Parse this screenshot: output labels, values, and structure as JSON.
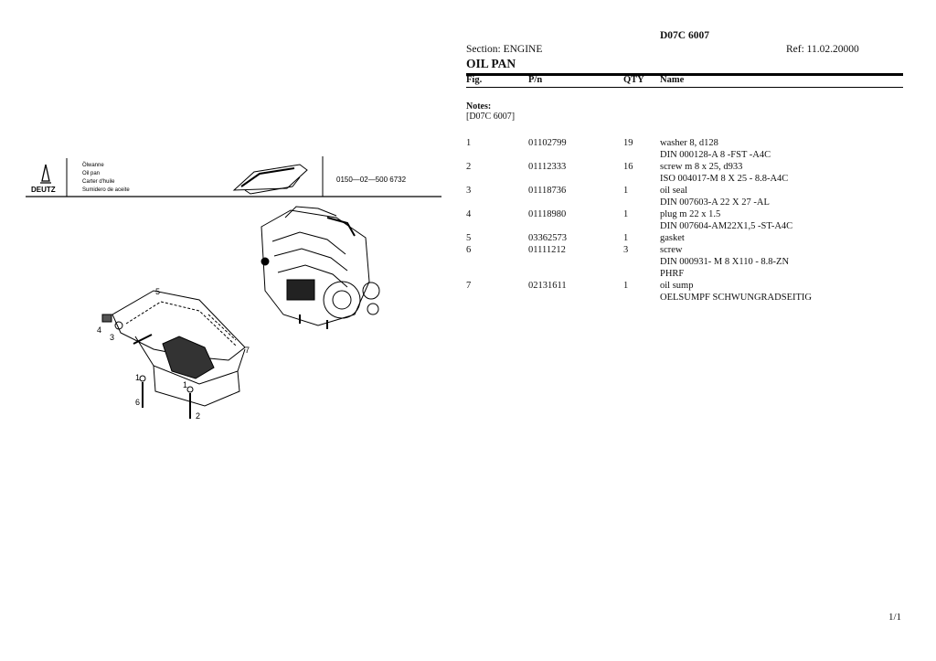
{
  "header": {
    "doc_title": "D07C 6007",
    "section": "Section: ENGINE",
    "ref": "Ref: 11.02.20000",
    "page_heading": "OIL PAN"
  },
  "table_header": {
    "fig": "Fig.",
    "pn": "P/n",
    "qty": "QTY",
    "name": "Name"
  },
  "notes": {
    "label": "Notes:",
    "text": "[D07C 6007]"
  },
  "parts": [
    {
      "fig": "1",
      "pn": "01102799",
      "qty": "19",
      "lines": [
        "washer 8, d128",
        "DIN 000128-A 8 -FST -A4C"
      ]
    },
    {
      "fig": "2",
      "pn": "01112333",
      "qty": "16",
      "lines": [
        "screw m 8 x 25, d933",
        "ISO 004017-M 8 X 25 - 8.8-A4C"
      ]
    },
    {
      "fig": "3",
      "pn": "01118736",
      "qty": "1",
      "lines": [
        "oil seal",
        "DIN 007603-A 22 X 27 -AL"
      ]
    },
    {
      "fig": "4",
      "pn": "01118980",
      "qty": "1",
      "lines": [
        "plug m 22 x 1.5",
        "DIN 007604-AM22X1,5 -ST-A4C"
      ]
    },
    {
      "fig": "5",
      "pn": "03362573",
      "qty": "1",
      "lines": [
        "gasket"
      ]
    },
    {
      "fig": "6",
      "pn": "01111212",
      "qty": "3",
      "lines": [
        "screw",
        "DIN 000931- M 8 X110 - 8.8-ZN",
        "PHRF"
      ]
    },
    {
      "fig": "7",
      "pn": "02131611",
      "qty": "1",
      "lines": [
        "oil sump",
        "OELSUMPF SCHWUNGRADSEITIG"
      ]
    }
  ],
  "drawing": {
    "brand": "DEUTZ",
    "labels": [
      "Ölwanne",
      "Oil pan",
      "Carter d'huile",
      "Sumidero de aceite"
    ],
    "code": "0150—02—500 6732",
    "callouts": [
      "5",
      "4",
      "3",
      "7",
      "1",
      "6",
      "1",
      "2"
    ]
  },
  "footer": {
    "page": "1/1"
  }
}
